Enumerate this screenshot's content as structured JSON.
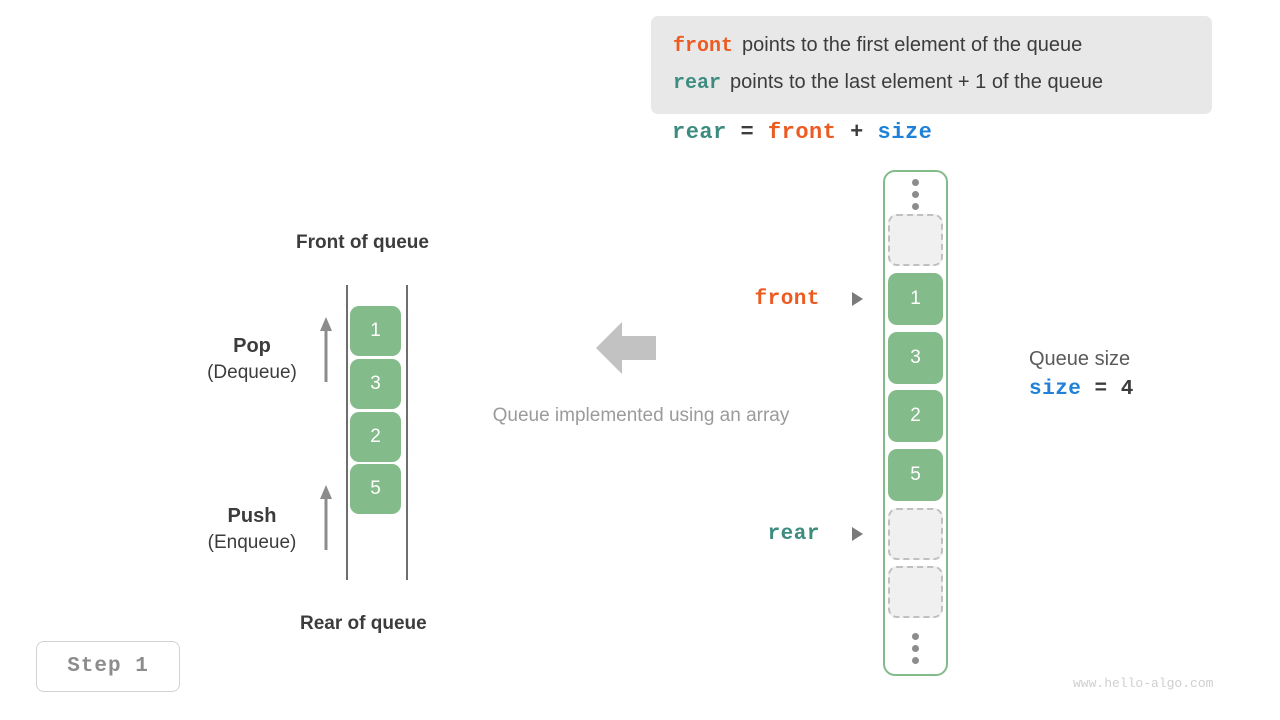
{
  "note": {
    "lines": [
      {
        "keyword": "front",
        "keyword_color": "#ec5b22",
        "text": "points to the first element of the queue"
      },
      {
        "keyword": "rear",
        "keyword_color": "#3d8c80",
        "text": "points to the last element + 1 of the queue"
      }
    ]
  },
  "formula": {
    "lhs": "rear",
    "eq": "=",
    "rhs1": "front",
    "plus": "+",
    "rhs2": "size"
  },
  "left_queue": {
    "front_label": "Front of queue",
    "rear_label": "Rear of queue",
    "cells": [
      "1",
      "3",
      "2",
      "5"
    ],
    "pop": {
      "name": "Pop",
      "sub": "(Dequeue)"
    },
    "push": {
      "name": "Push",
      "sub": "(Enqueue)"
    }
  },
  "center": {
    "caption": "Queue implemented using an array"
  },
  "array_column": {
    "cells": [
      {
        "type": "empty",
        "value": ""
      },
      {
        "type": "filled",
        "value": "1"
      },
      {
        "type": "filled",
        "value": "3"
      },
      {
        "type": "filled",
        "value": "2"
      },
      {
        "type": "filled",
        "value": "5"
      },
      {
        "type": "empty",
        "value": ""
      },
      {
        "type": "empty",
        "value": ""
      }
    ],
    "pointers": {
      "front": "front",
      "rear": "rear"
    }
  },
  "queue_size": {
    "title": "Queue size",
    "var": "size",
    "eq": "=",
    "value": "4"
  },
  "step_badge": "Step  1",
  "watermark": "www.hello-algo.com",
  "colors": {
    "front": "#ec5b22",
    "rear": "#3d8c80",
    "size": "#1f82d8",
    "cell_fill": "#84bb8a",
    "note_bg": "#e8e8e8",
    "empty_cell": "#f0f0f0"
  }
}
